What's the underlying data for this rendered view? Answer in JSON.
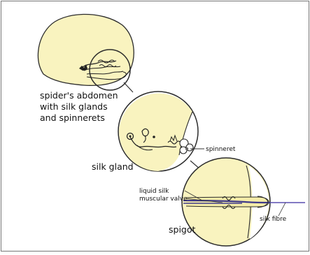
{
  "diagram": {
    "labels": {
      "abdomen": [
        "spider's abdomen",
        "with silk glands",
        "and spinnerets"
      ],
      "gland": "silk gland",
      "spinneret": "spinneret",
      "liquid_silk": "liquid silk",
      "muscular_valve": "muscular valve",
      "spigot": "spigot",
      "silk_fibre": "silk fibre"
    },
    "colors": {
      "fill": "#f9f3bf",
      "outline": "#2b2b2b",
      "background": "#ffffff",
      "silk_channel": "#3f3a8a",
      "fibre": "#5a4fb0"
    }
  }
}
